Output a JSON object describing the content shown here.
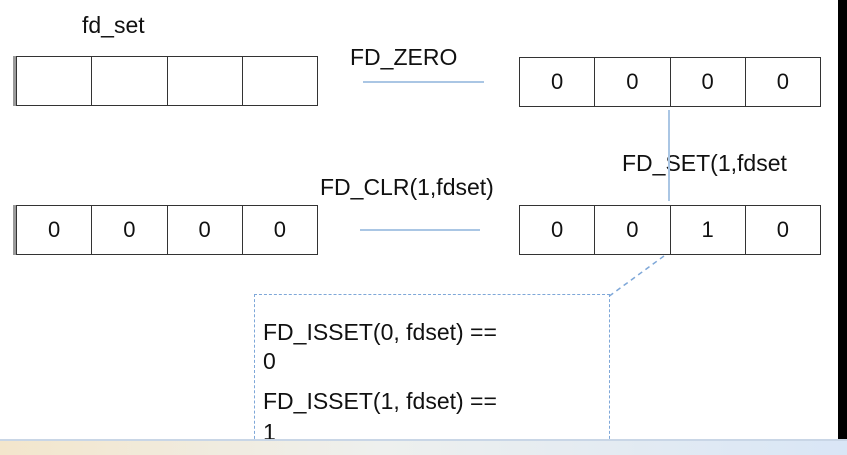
{
  "fd_set_label": "fd_set",
  "ops": {
    "zero": "FD_ZERO",
    "set": "FD_SET(1,fdset",
    "clr": "FD_CLR(1,fdset)"
  },
  "sets": {
    "empty": [
      "",
      "",
      "",
      ""
    ],
    "zeroed": [
      "0",
      "0",
      "0",
      "0"
    ],
    "after_set": [
      "0",
      "0",
      "1",
      "0"
    ],
    "after_clr": [
      "0",
      "0",
      "0",
      "0"
    ]
  },
  "isset_note": {
    "line1": "FD_ISSET(0, fdset) ==",
    "line2": "0",
    "line3": "FD_ISSET(1, fdset) ==",
    "line4": "1"
  },
  "colors": {
    "arrow": "#aac6e4",
    "note_border": "#7ea7d8",
    "box_border": "#333333"
  }
}
